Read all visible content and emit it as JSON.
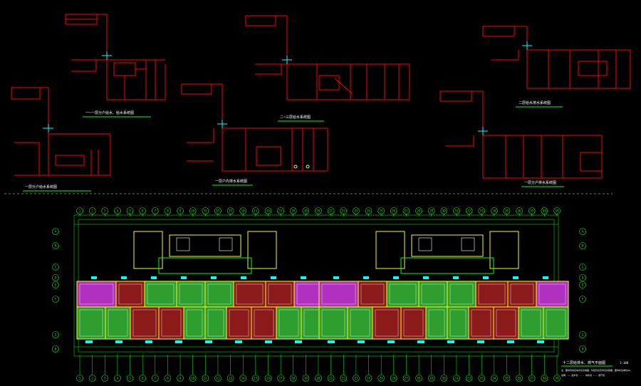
{
  "colors": {
    "background": "#000000",
    "riser": "#ff0000",
    "label": "#ffffff",
    "caption_underline": "#00ff00",
    "grid_axis": "#00ff00",
    "wall": "#ffff00",
    "room_red": "#8b1a1a",
    "room_green": "#2e9e2e",
    "room_magenta": "#b030c0",
    "accent_cyan": "#00ffff",
    "divider": "#9a9a9a"
  },
  "riser_diagrams": [
    {
      "id": "d1",
      "caption": "一~一层分户给水、给水系统图"
    },
    {
      "id": "d2",
      "caption": "二~三层给水系统图"
    },
    {
      "id": "d3",
      "caption": "二层给水排水系统图"
    },
    {
      "id": "d4",
      "caption": "一层分户给水系统图"
    },
    {
      "id": "d5",
      "caption": "一层户内排水系统图"
    },
    {
      "id": "d6",
      "caption": "一层分户排水系统图"
    }
  ],
  "plan": {
    "title": "十二层给排水、燃气平面图",
    "sheet_note": "1:100",
    "notes": [
      "注：图中管线走向详见系统图，管径及标高详见系统图，图中标注单位mm。",
      "说明：—— 给水管 ---- 排水管 —·— 燃气管"
    ],
    "column_axes": [
      "1",
      "2",
      "3",
      "4",
      "5",
      "6",
      "7",
      "8",
      "9",
      "10",
      "11",
      "12",
      "13",
      "14",
      "15",
      "16",
      "17",
      "18",
      "19",
      "20",
      "21",
      "22",
      "23",
      "24",
      "25",
      "26",
      "27",
      "28",
      "29",
      "30",
      "31",
      "32",
      "33",
      "34",
      "35",
      "36",
      "37",
      "38",
      "39"
    ],
    "row_axes": [
      "A",
      "B",
      "C",
      "D",
      "E",
      "F",
      "G",
      "H"
    ]
  }
}
